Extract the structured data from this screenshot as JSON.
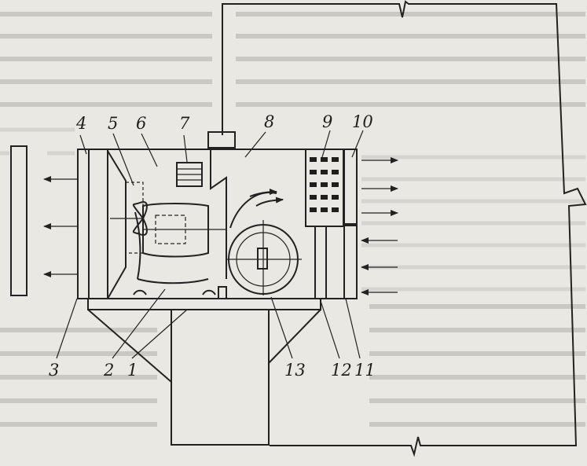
{
  "figure": {
    "labels": [
      "1",
      "2",
      "3",
      "4",
      "5",
      "6",
      "7",
      "8",
      "9",
      "10",
      "11",
      "12",
      "13"
    ]
  },
  "colors": {
    "background": "#e9e8e3",
    "line": "#222222",
    "text_shadow": "#bdbcb6"
  }
}
